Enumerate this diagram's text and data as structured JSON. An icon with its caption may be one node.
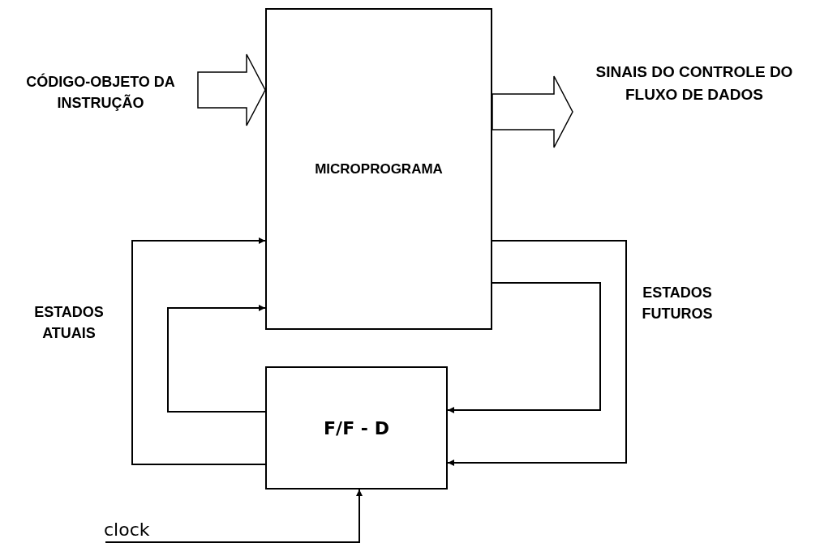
{
  "diagram": {
    "nodes": [
      {
        "text": [
          "MICROPROGRAMA"
        ]
      },
      {
        "text": [
          "F/F - D"
        ]
      },
      {
        "text": [
          "CÓDIGO-OBJETO DA INSTRUÇÃO"
        ]
      },
      {
        "text": [
          "SINAIS DO CONTROLE DO FLUXO DE DADOS"
        ]
      },
      {
        "text": [
          "clock"
        ]
      }
    ],
    "edges": [
      {
        "from": 2,
        "to": 0,
        "arrow": "to",
        "style": "thick"
      },
      {
        "from": 0,
        "to": 3,
        "arrow": "to",
        "style": "thick"
      },
      {
        "from": 1,
        "to": 0,
        "arrow": "to"
      },
      {
        "from": 1,
        "to": 0,
        "arrow": "to"
      },
      {
        "from": 0,
        "to": 1,
        "arrow": "to"
      },
      {
        "from": 0,
        "to": 1,
        "arrow": "to"
      },
      {
        "from": 4,
        "to": 1,
        "arrow": "to"
      }
    ],
    "labels": [
      "ESTADOS ATUAIS",
      "ESTADOS FUTUROS"
    ]
  }
}
